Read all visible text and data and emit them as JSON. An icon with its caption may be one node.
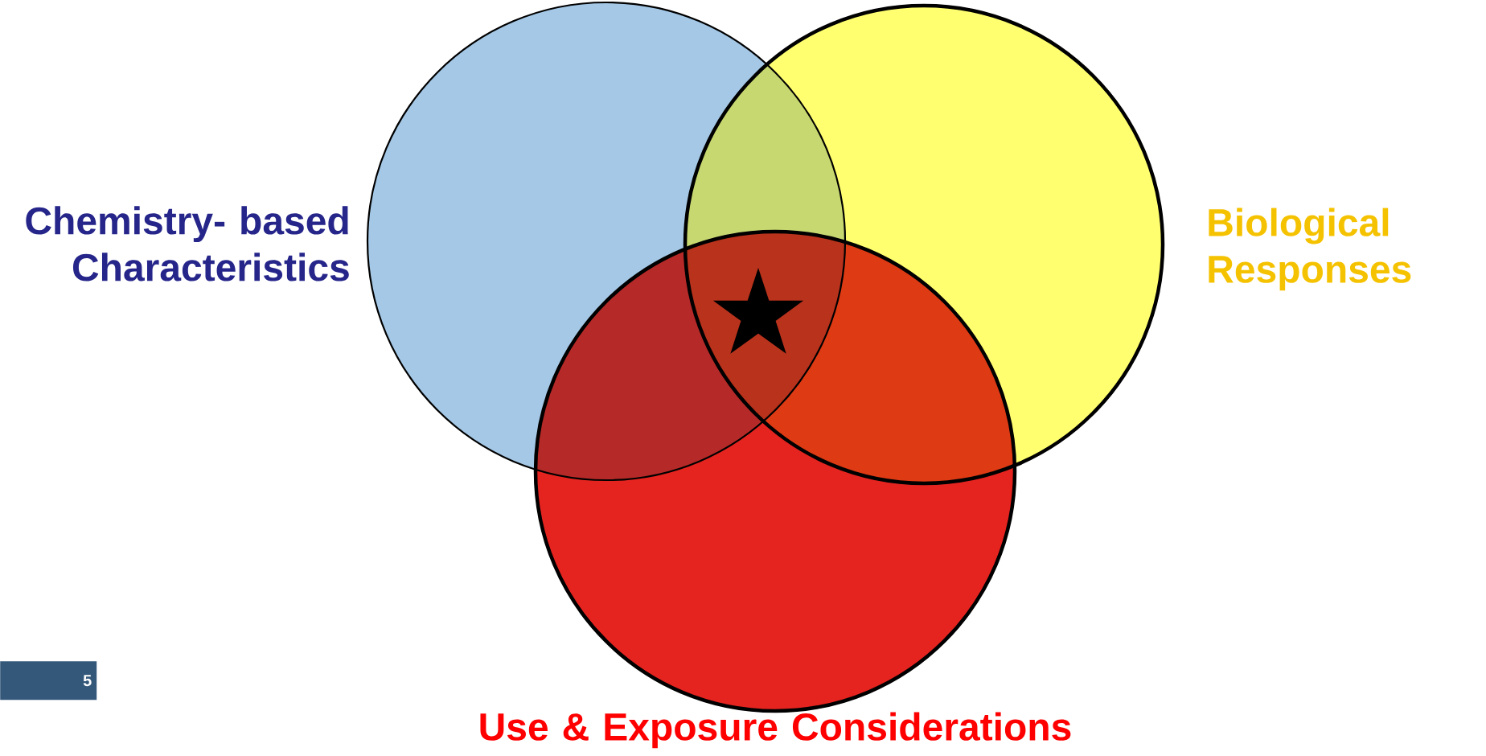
{
  "diagram": {
    "nodes": [
      {
        "text": [
          "Chemistry- based Characteristics"
        ]
      },
      {
        "text": [
          "Biological Responses"
        ]
      },
      {
        "text": [
          "Use & Exposure Considerations"
        ]
      },
      {
        "text": [
          "5"
        ]
      }
    ]
  }
}
